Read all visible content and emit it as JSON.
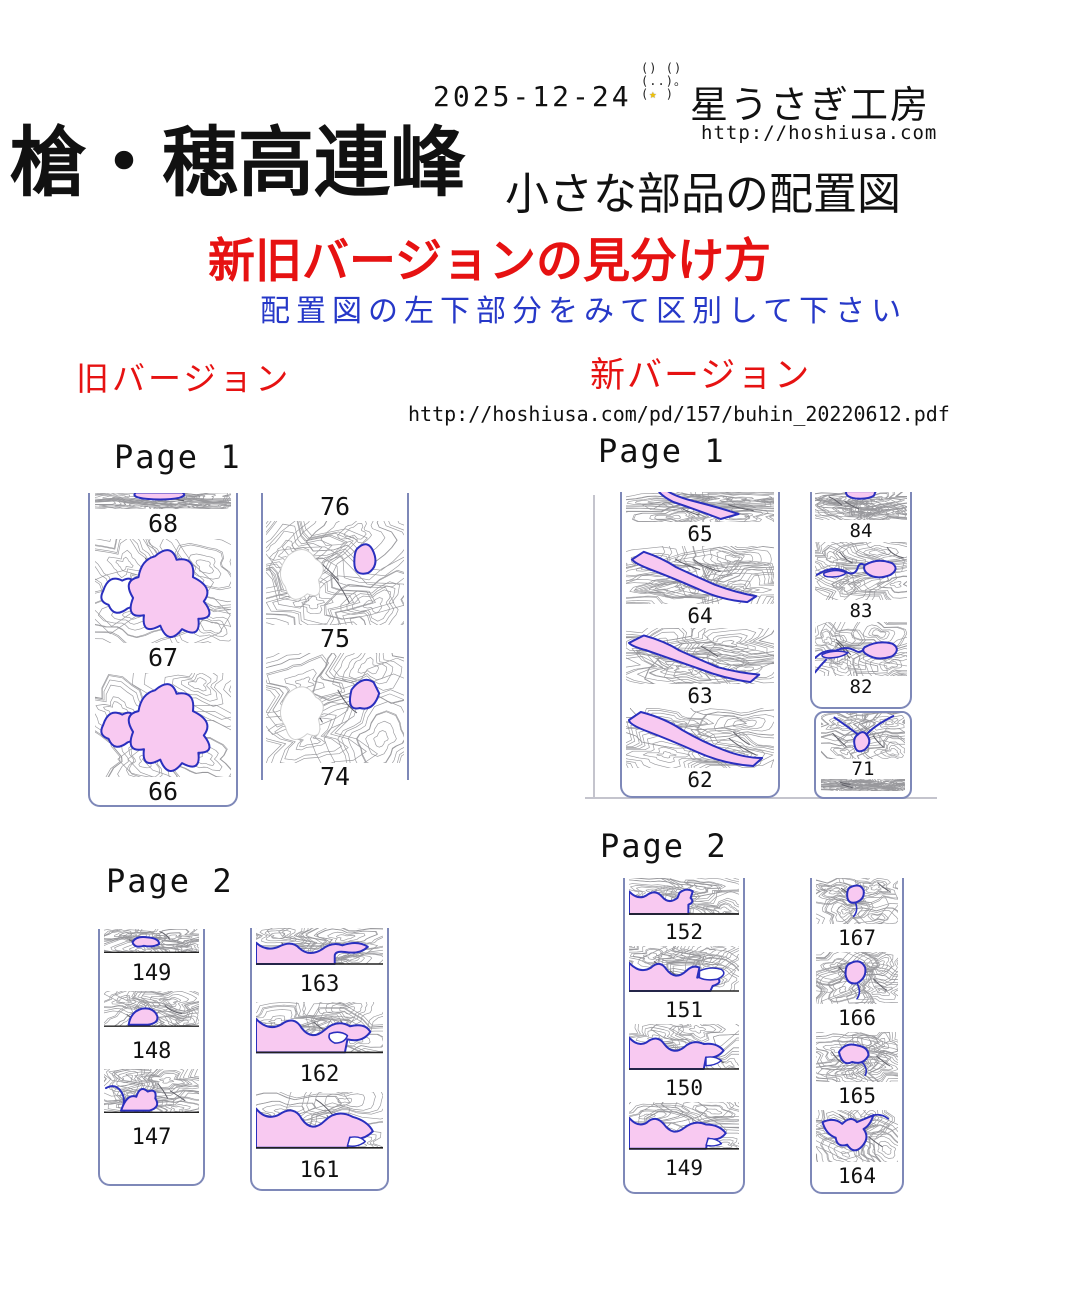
{
  "colors": {
    "accent_red": "#e61212",
    "text_blue": "#2638c8",
    "part_pink": "#f8c9f1",
    "part_outline_blue": "#2a2fbe",
    "box_border": "#7e88b8"
  },
  "header": {
    "date": "2025-12-24",
    "logo_lines": [
      "() ()",
      "(..)。",
      "(★ )"
    ],
    "brand": "星うさぎ工房",
    "site_url": "http://hoshiusa.com"
  },
  "title": {
    "main": "槍・穂高連峰",
    "subtitle": "小さな部品の配置図"
  },
  "instructions": {
    "heading": "新旧バージョンの見分け方",
    "subheading": "配置図の左下部分をみて区別して下さい"
  },
  "old": {
    "label": "旧バージョン",
    "page1": {
      "label": "Page 1",
      "col1": {
        "cells": [
          {
            "num": "68",
            "shape": "cut68",
            "h": 16
          },
          {
            "num": "67",
            "shape": "bigA",
            "h": 104
          },
          {
            "num": "66",
            "shape": "bigB",
            "h": 104
          }
        ]
      },
      "col2": {
        "cells": [
          {
            "num": "76",
            "shape": "plain",
            "h": 0
          },
          {
            "num": "75",
            "shape": "sidePinkA",
            "h": 104
          },
          {
            "num": "74",
            "shape": "sidePinkB",
            "h": 110
          }
        ]
      }
    },
    "page2": {
      "label": "Page 2",
      "col1": {
        "cells": [
          {
            "num": "149",
            "shape": "hillA",
            "h": 28
          },
          {
            "num": "148",
            "shape": "hillB",
            "h": 44
          },
          {
            "num": "147",
            "shape": "hillC",
            "h": 52
          }
        ]
      },
      "col2": {
        "cells": [
          {
            "num": "163",
            "shape": "coastA",
            "h": 40
          },
          {
            "num": "162",
            "shape": "coastB",
            "h": 56
          },
          {
            "num": "161",
            "shape": "coastC",
            "h": 62
          }
        ]
      }
    }
  },
  "new": {
    "label": "新バージョン",
    "url": "http://hoshiusa.com/pd/157/buhin_20220612.pdf",
    "page1": {
      "label": "Page 1",
      "col1": {
        "cells": [
          {
            "num": "65",
            "shape": "diagSliver",
            "h": 30
          },
          {
            "num": "64",
            "shape": "diagA",
            "h": 58
          },
          {
            "num": "63",
            "shape": "diagB",
            "h": 56
          },
          {
            "num": "62",
            "shape": "diagC",
            "h": 60
          }
        ]
      },
      "col2": {
        "cells": [
          {
            "num": "84",
            "shape": "topSliver",
            "h": 28
          },
          {
            "num": "83",
            "shape": "ribbonA",
            "h": 58
          },
          {
            "num": "82",
            "shape": "ribbonB",
            "h": 54
          }
        ]
      },
      "col3": {
        "cells": [
          {
            "num": "71",
            "shape": "vblob",
            "h": 46
          },
          {
            "num": "",
            "shape": "plain",
            "h": 12
          }
        ]
      }
    },
    "page2": {
      "label": "Page 2",
      "col1": {
        "cells": [
          {
            "num": "152",
            "shape": "coastD",
            "h": 40
          },
          {
            "num": "151",
            "shape": "coastB2",
            "h": 50
          },
          {
            "num": "150",
            "shape": "coastC2",
            "h": 50
          },
          {
            "num": "149",
            "shape": "coastE",
            "h": 52
          }
        ]
      },
      "col2": {
        "cells": [
          {
            "num": "167",
            "shape": "ovalA",
            "h": 46
          },
          {
            "num": "166",
            "shape": "ovalB",
            "h": 52
          },
          {
            "num": "165",
            "shape": "ovalC",
            "h": 50
          },
          {
            "num": "164",
            "shape": "blobX",
            "h": 52
          }
        ]
      }
    }
  }
}
